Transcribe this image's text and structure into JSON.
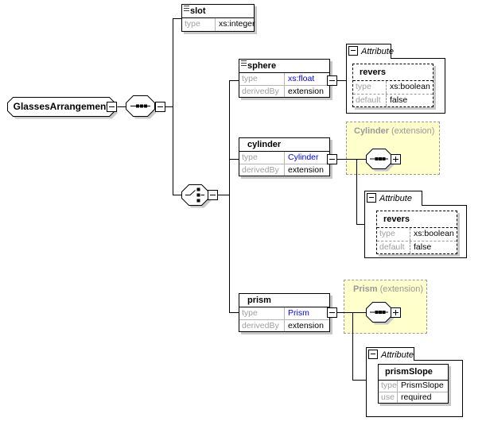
{
  "root_element": {
    "label": "GlassesArrangement"
  },
  "elements": {
    "slot": {
      "name": "slot",
      "rows": [
        {
          "label": "type",
          "value": "xs:integer"
        }
      ]
    },
    "sphere": {
      "name": "sphere",
      "rows": [
        {
          "label": "type",
          "value": "xs:float"
        },
        {
          "label": "derivedBy",
          "value": "extension"
        }
      ]
    },
    "cylinder": {
      "name": "cylinder",
      "rows": [
        {
          "label": "type",
          "value": "Cylinder"
        },
        {
          "label": "derivedBy",
          "value": "extension"
        }
      ]
    },
    "prism": {
      "name": "prism",
      "rows": [
        {
          "label": "type",
          "value": "Prism"
        },
        {
          "label": "derivedBy",
          "value": "extension"
        }
      ]
    }
  },
  "attribute_groups": {
    "sphere": {
      "label": "Attribute",
      "attribute": {
        "name": "revers",
        "rows": [
          {
            "label": "type",
            "value": "xs:boolean"
          },
          {
            "label": "default",
            "value": "false"
          }
        ]
      }
    },
    "cylinder": {
      "label": "Attribute",
      "attribute": {
        "name": "revers",
        "rows": [
          {
            "label": "type",
            "value": "xs:boolean"
          },
          {
            "label": "default",
            "value": "false"
          }
        ]
      }
    },
    "prism": {
      "label": "Attribute",
      "attribute": {
        "name": "prismSlope",
        "rows": [
          {
            "label": "type",
            "value": "PrismSlope"
          },
          {
            "label": "use",
            "value": "required"
          }
        ]
      }
    }
  },
  "extensions": {
    "cylinder": {
      "name": "Cylinder",
      "suffix": "(extension)"
    },
    "prism": {
      "name": "Prism",
      "suffix": "(extension)"
    }
  },
  "colors": {
    "type_link": "#0000ff",
    "muted_label": "#a0a0a0",
    "extension_fill": "#ffffcc",
    "shadow": "#c8c8c8"
  }
}
